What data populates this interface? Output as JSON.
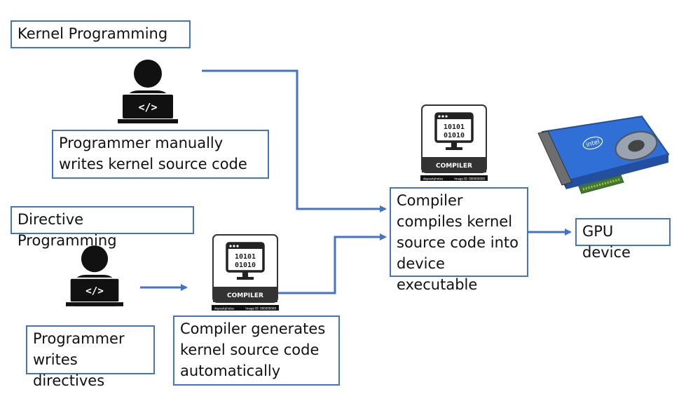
{
  "kernel": {
    "title": "Kernel Programming",
    "description": [
      "Programmer manually",
      "writes kernel source code"
    ]
  },
  "directive": {
    "title": "Directive Programming",
    "description": [
      "Programmer",
      "writes directives"
    ],
    "compiler_description": [
      "Compiler generates",
      "kernel source code",
      "automatically"
    ]
  },
  "compile": {
    "description": [
      "Compiler",
      "compiles kernel",
      "source code into",
      "device executable"
    ]
  },
  "gpu": {
    "label": "GPU device",
    "brand": "intel"
  },
  "compiler_icon": {
    "label": "COMPILER",
    "binary_rows": [
      "10101",
      "01010"
    ],
    "footer": [
      "depositphotos",
      "Image ID: 000000000"
    ]
  },
  "colors": {
    "accent": "#4472c4",
    "icon_dark": "#111111",
    "gpu_blue": "#2f6fd6"
  }
}
